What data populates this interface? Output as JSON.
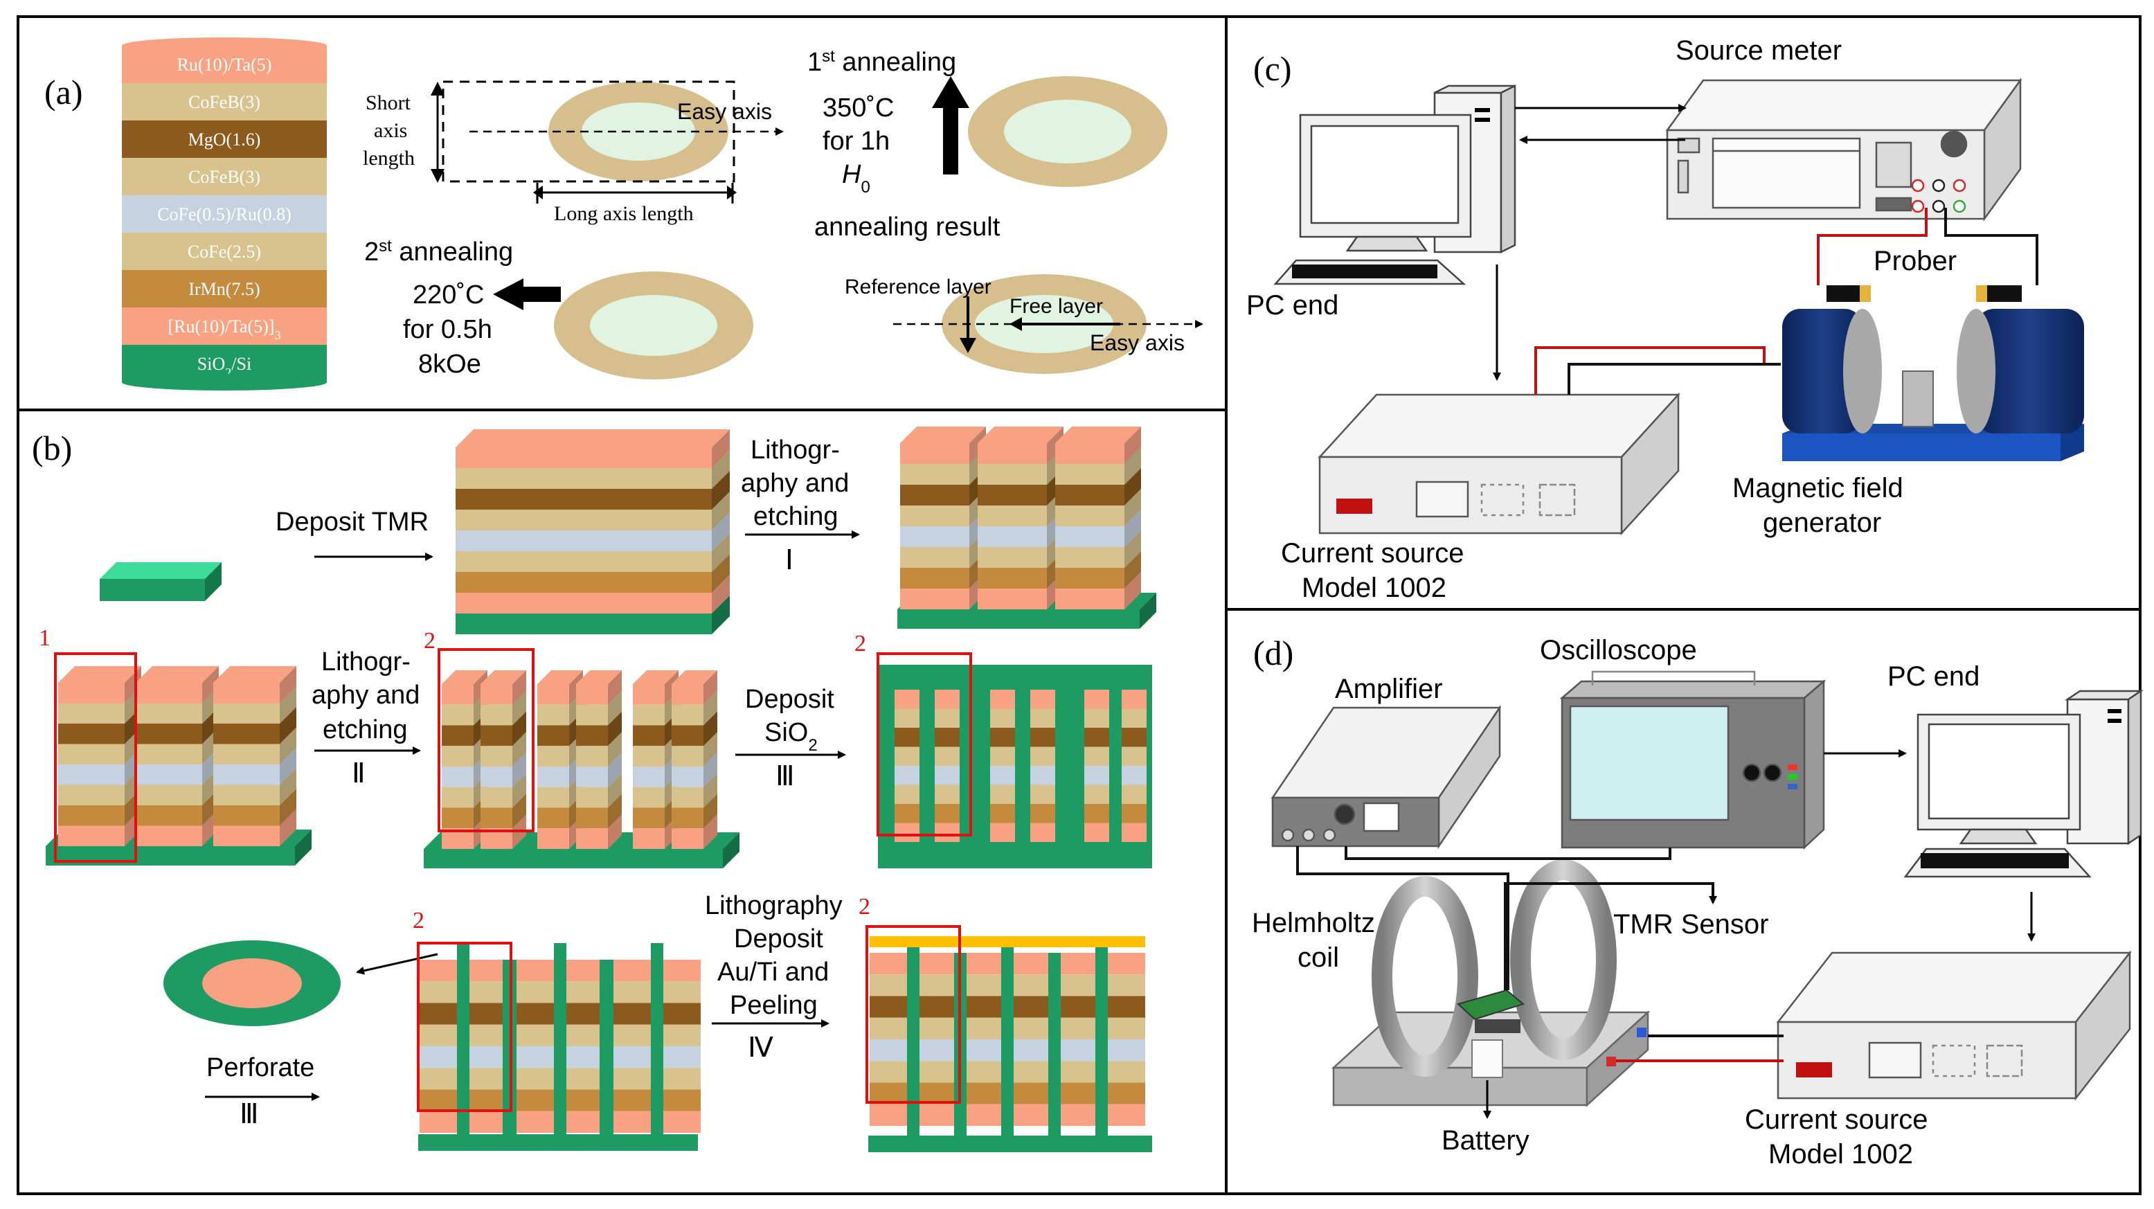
{
  "panel_labels": {
    "a": "(a)",
    "b": "(b)",
    "c": "(c)",
    "d": "(d)"
  },
  "panel_a": {
    "stack_layers": [
      {
        "label": "Ru(10)/Ta(5)",
        "color": "#f9a283"
      },
      {
        "label": "CoFeB(3)",
        "color": "#d8c38f"
      },
      {
        "label": "MgO(1.6)",
        "color": "#8c5a1c"
      },
      {
        "label": "CoFeB(3)",
        "color": "#d8c38f"
      },
      {
        "label": "CoFe(0.5)/Ru(0.8)",
        "color": "#c7d2e0"
      },
      {
        "label": "CoFe(2.5)",
        "color": "#d8c38f"
      },
      {
        "label": "IrMn(7.5)",
        "color": "#c48a3d"
      },
      {
        "label": "[Ru(10)/Ta(5)]",
        "sub": "3",
        "color": "#f9a283"
      },
      {
        "label": "SiO",
        "sub": "2",
        "tail": "/Si",
        "color": "#1e9b62"
      }
    ],
    "short_axis": [
      "Short",
      "axis",
      "length"
    ],
    "long_axis": "Long axis length",
    "easy_axis_top": "Easy axis",
    "first_annealing": {
      "prefix": "1",
      "sup": "st",
      "suffix": " annealing"
    },
    "first_temp": "350˚C",
    "first_time": "for 1h",
    "first_field": "H",
    "first_field_sub": "0",
    "annealing_result": "annealing result",
    "second_annealing": {
      "prefix": "2",
      "sup": "st",
      "suffix": " annealing"
    },
    "second_temp": "220˚C",
    "second_time": "for 0.5h",
    "second_field": "8kOe",
    "reference_layer": "Reference layer",
    "free_layer": "Free layer",
    "easy_axis_bottom": "Easy axis"
  },
  "panel_b": {
    "deposit_tmr": "Deposit TMR",
    "litho1": [
      "Lithogr-",
      "aphy and",
      "etching"
    ],
    "step_I": "Ⅰ",
    "litho2": [
      "Lithogr-",
      "aphy and",
      "etching"
    ],
    "step_II": "Ⅱ",
    "deposit_sio2": [
      "Deposit",
      "SiO"
    ],
    "sio2_sub": "2",
    "step_III": "Ⅲ",
    "perforate": "Perforate",
    "step_III_b": "Ⅲ",
    "litho3": [
      "Lithography",
      "Deposit",
      "Au/Ti and",
      "Peeling"
    ],
    "step_IV": "Ⅳ",
    "markers": [
      "1",
      "2",
      "2",
      "2",
      "2"
    ]
  },
  "panel_c": {
    "source_meter": "Source meter",
    "pc_end": "PC end",
    "prober": "Prober",
    "magnetic_field": [
      "Magnetic field",
      "generator"
    ],
    "current_source": [
      "Current source",
      "Model 1002"
    ]
  },
  "panel_d": {
    "amplifier": "Amplifier",
    "oscilloscope": "Oscilloscope",
    "pc_end": "PC end",
    "helmholtz": [
      "Helmholtz",
      "coil"
    ],
    "tmr_sensor": "TMR Sensor",
    "battery": "Battery",
    "current_source": [
      "Current source",
      "Model 1002"
    ]
  },
  "colors": {
    "salmon": "#f9a283",
    "tan": "#d8c38f",
    "brown": "#8c5a1c",
    "blue_grey": "#c7d2e0",
    "orange_brown": "#c48a3d",
    "green": "#1e9b62",
    "gold": "#ffc000",
    "annulus": "#d6bf8c",
    "ellipse_fill": "#e1f3e1",
    "red_box": "#e01010",
    "navy": "#0e2a63"
  }
}
